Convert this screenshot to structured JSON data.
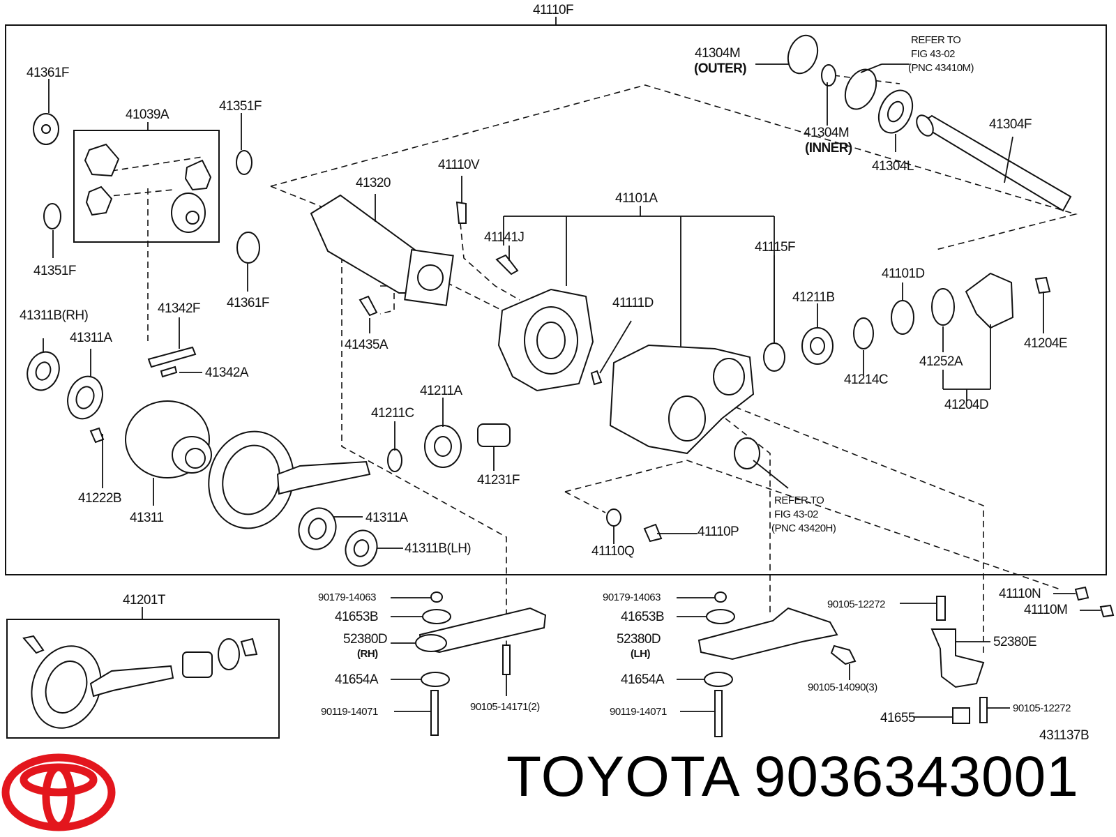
{
  "diagram": {
    "top_label": "41110F",
    "figure_code": "431137B",
    "main_labels": [
      "41361F",
      "41039A",
      "41351F",
      "41351F",
      "41361F",
      "41311B(RH)",
      "41342F",
      "41311A",
      "41342A",
      "41222B",
      "41311",
      "41311A",
      "41311B(LH)",
      "41320",
      "41435A",
      "41110V",
      "41141J",
      "41211C",
      "41211A",
      "41231F",
      "41101A",
      "41111D",
      "41115F",
      "41211B",
      "41214C",
      "41101D",
      "41252A",
      "41204E",
      "41204D",
      "41304M",
      "(OUTER)",
      "41304M",
      "(INNER)",
      "41304L",
      "41304F",
      "REFER TO",
      "FIG 43-02",
      "(PNC 43410M)",
      "REFER TO",
      "FIG 43-02",
      "(PNC 43420H)",
      "41110Q",
      "41110P"
    ],
    "kit_label": "41201T",
    "lower_labels": [
      "90179-14063",
      "41653B",
      "52380D",
      "(RH)",
      "41654A",
      "90119-14071",
      "90105-14171(2)",
      "90179-14063",
      "41653B",
      "52380D",
      "(LH)",
      "41654A",
      "90119-14071",
      "90105-12272",
      "90105-14090(3)",
      "41110N",
      "41110M",
      "52380E",
      "41655",
      "90105-12272"
    ]
  },
  "brand": {
    "logo": "toyota-logo",
    "caption": "TOYOTA 9036343001",
    "logo_color": "#e3161d"
  }
}
